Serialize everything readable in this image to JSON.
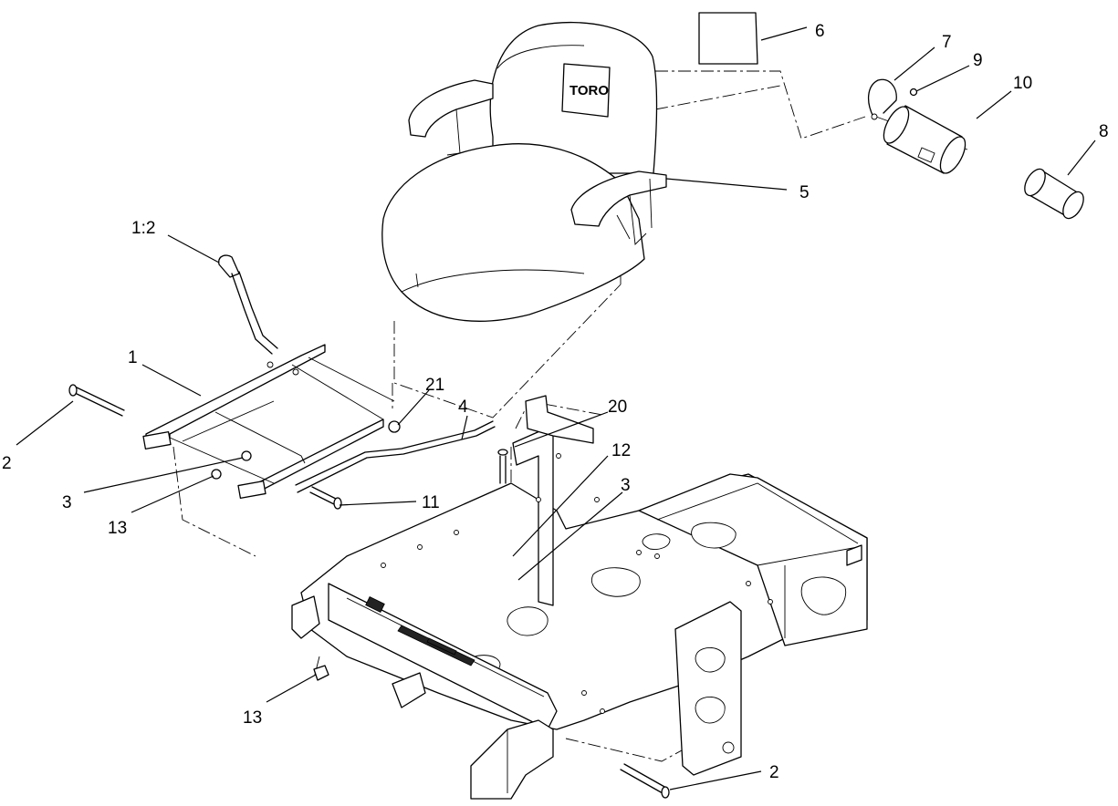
{
  "logo_text": "TORO",
  "callouts": [
    {
      "id": "c-6",
      "label": "6"
    },
    {
      "id": "c-7",
      "label": "7"
    },
    {
      "id": "c-9",
      "label": "9"
    },
    {
      "id": "c-10",
      "label": "10"
    },
    {
      "id": "c-8",
      "label": "8"
    },
    {
      "id": "c-5",
      "label": "5"
    },
    {
      "id": "c-1-2",
      "label": "1:2"
    },
    {
      "id": "c-1",
      "label": "1"
    },
    {
      "id": "c-21",
      "label": "21"
    },
    {
      "id": "c-4",
      "label": "4"
    },
    {
      "id": "c-20",
      "label": "20"
    },
    {
      "id": "c-2a",
      "label": "2"
    },
    {
      "id": "c-3a",
      "label": "3"
    },
    {
      "id": "c-13a",
      "label": "13"
    },
    {
      "id": "c-11",
      "label": "11"
    },
    {
      "id": "c-12",
      "label": "12"
    },
    {
      "id": "c-3b",
      "label": "3"
    },
    {
      "id": "c-13b",
      "label": "13"
    },
    {
      "id": "c-2b",
      "label": "2"
    }
  ]
}
